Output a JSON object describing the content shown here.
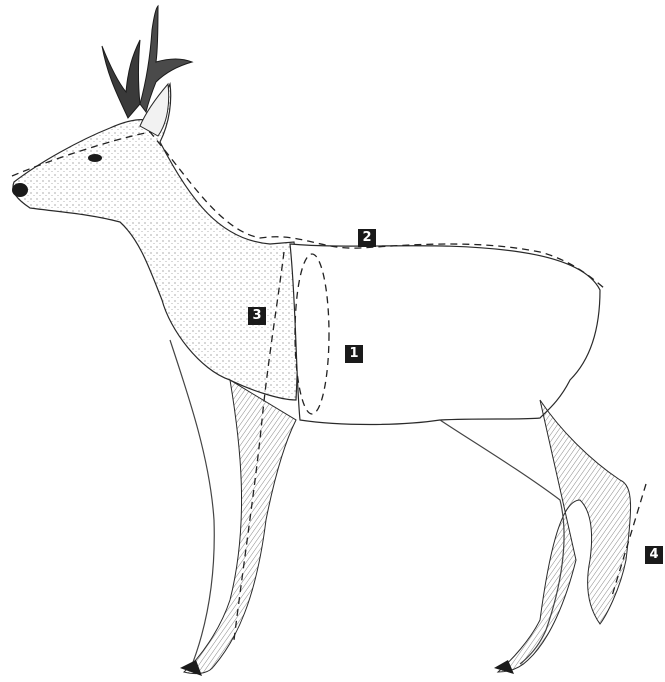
{
  "markers": [
    {
      "id": "1"
    },
    {
      "id": "2"
    },
    {
      "id": "3"
    },
    {
      "id": "4"
    }
  ]
}
